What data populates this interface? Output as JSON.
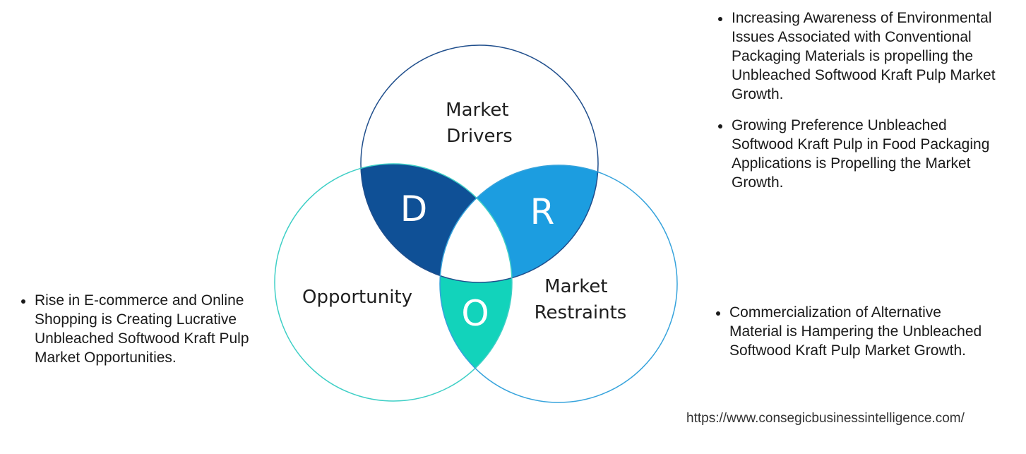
{
  "venn": {
    "top_label": [
      "Market",
      "Drivers"
    ],
    "left_label": "Opportunity",
    "right_label": [
      "Market",
      "Restraints"
    ],
    "letters": {
      "d": "D",
      "r": "R",
      "o": "O"
    },
    "colors": {
      "top_stroke": "#1f4e8c",
      "left_stroke": "#3ecfc6",
      "right_stroke": "#36a3dc",
      "d_fill": "#0f5096",
      "r_fill": "#1c9de0",
      "o_fill": "#12d3bb"
    }
  },
  "drivers_bullets": [
    "Increasing Awareness of Environmental Issues Associated with Conventional Packaging Materials is propelling the Unbleached Softwood Kraft Pulp Market Growth.",
    "Growing Preference Unbleached Softwood Kraft Pulp in Food Packaging Applications is Propelling the Market Growth."
  ],
  "restraints_bullets": [
    "Commercialization of Alternative Material is Hampering the Unbleached Softwood Kraft Pulp Market Growth."
  ],
  "opportunity_bullets": [
    "Rise in E-commerce and Online Shopping is Creating Lucrative Unbleached Softwood Kraft Pulp Market Opportunities."
  ],
  "source_url": "https://www.consegicbusinessintelligence.com/"
}
